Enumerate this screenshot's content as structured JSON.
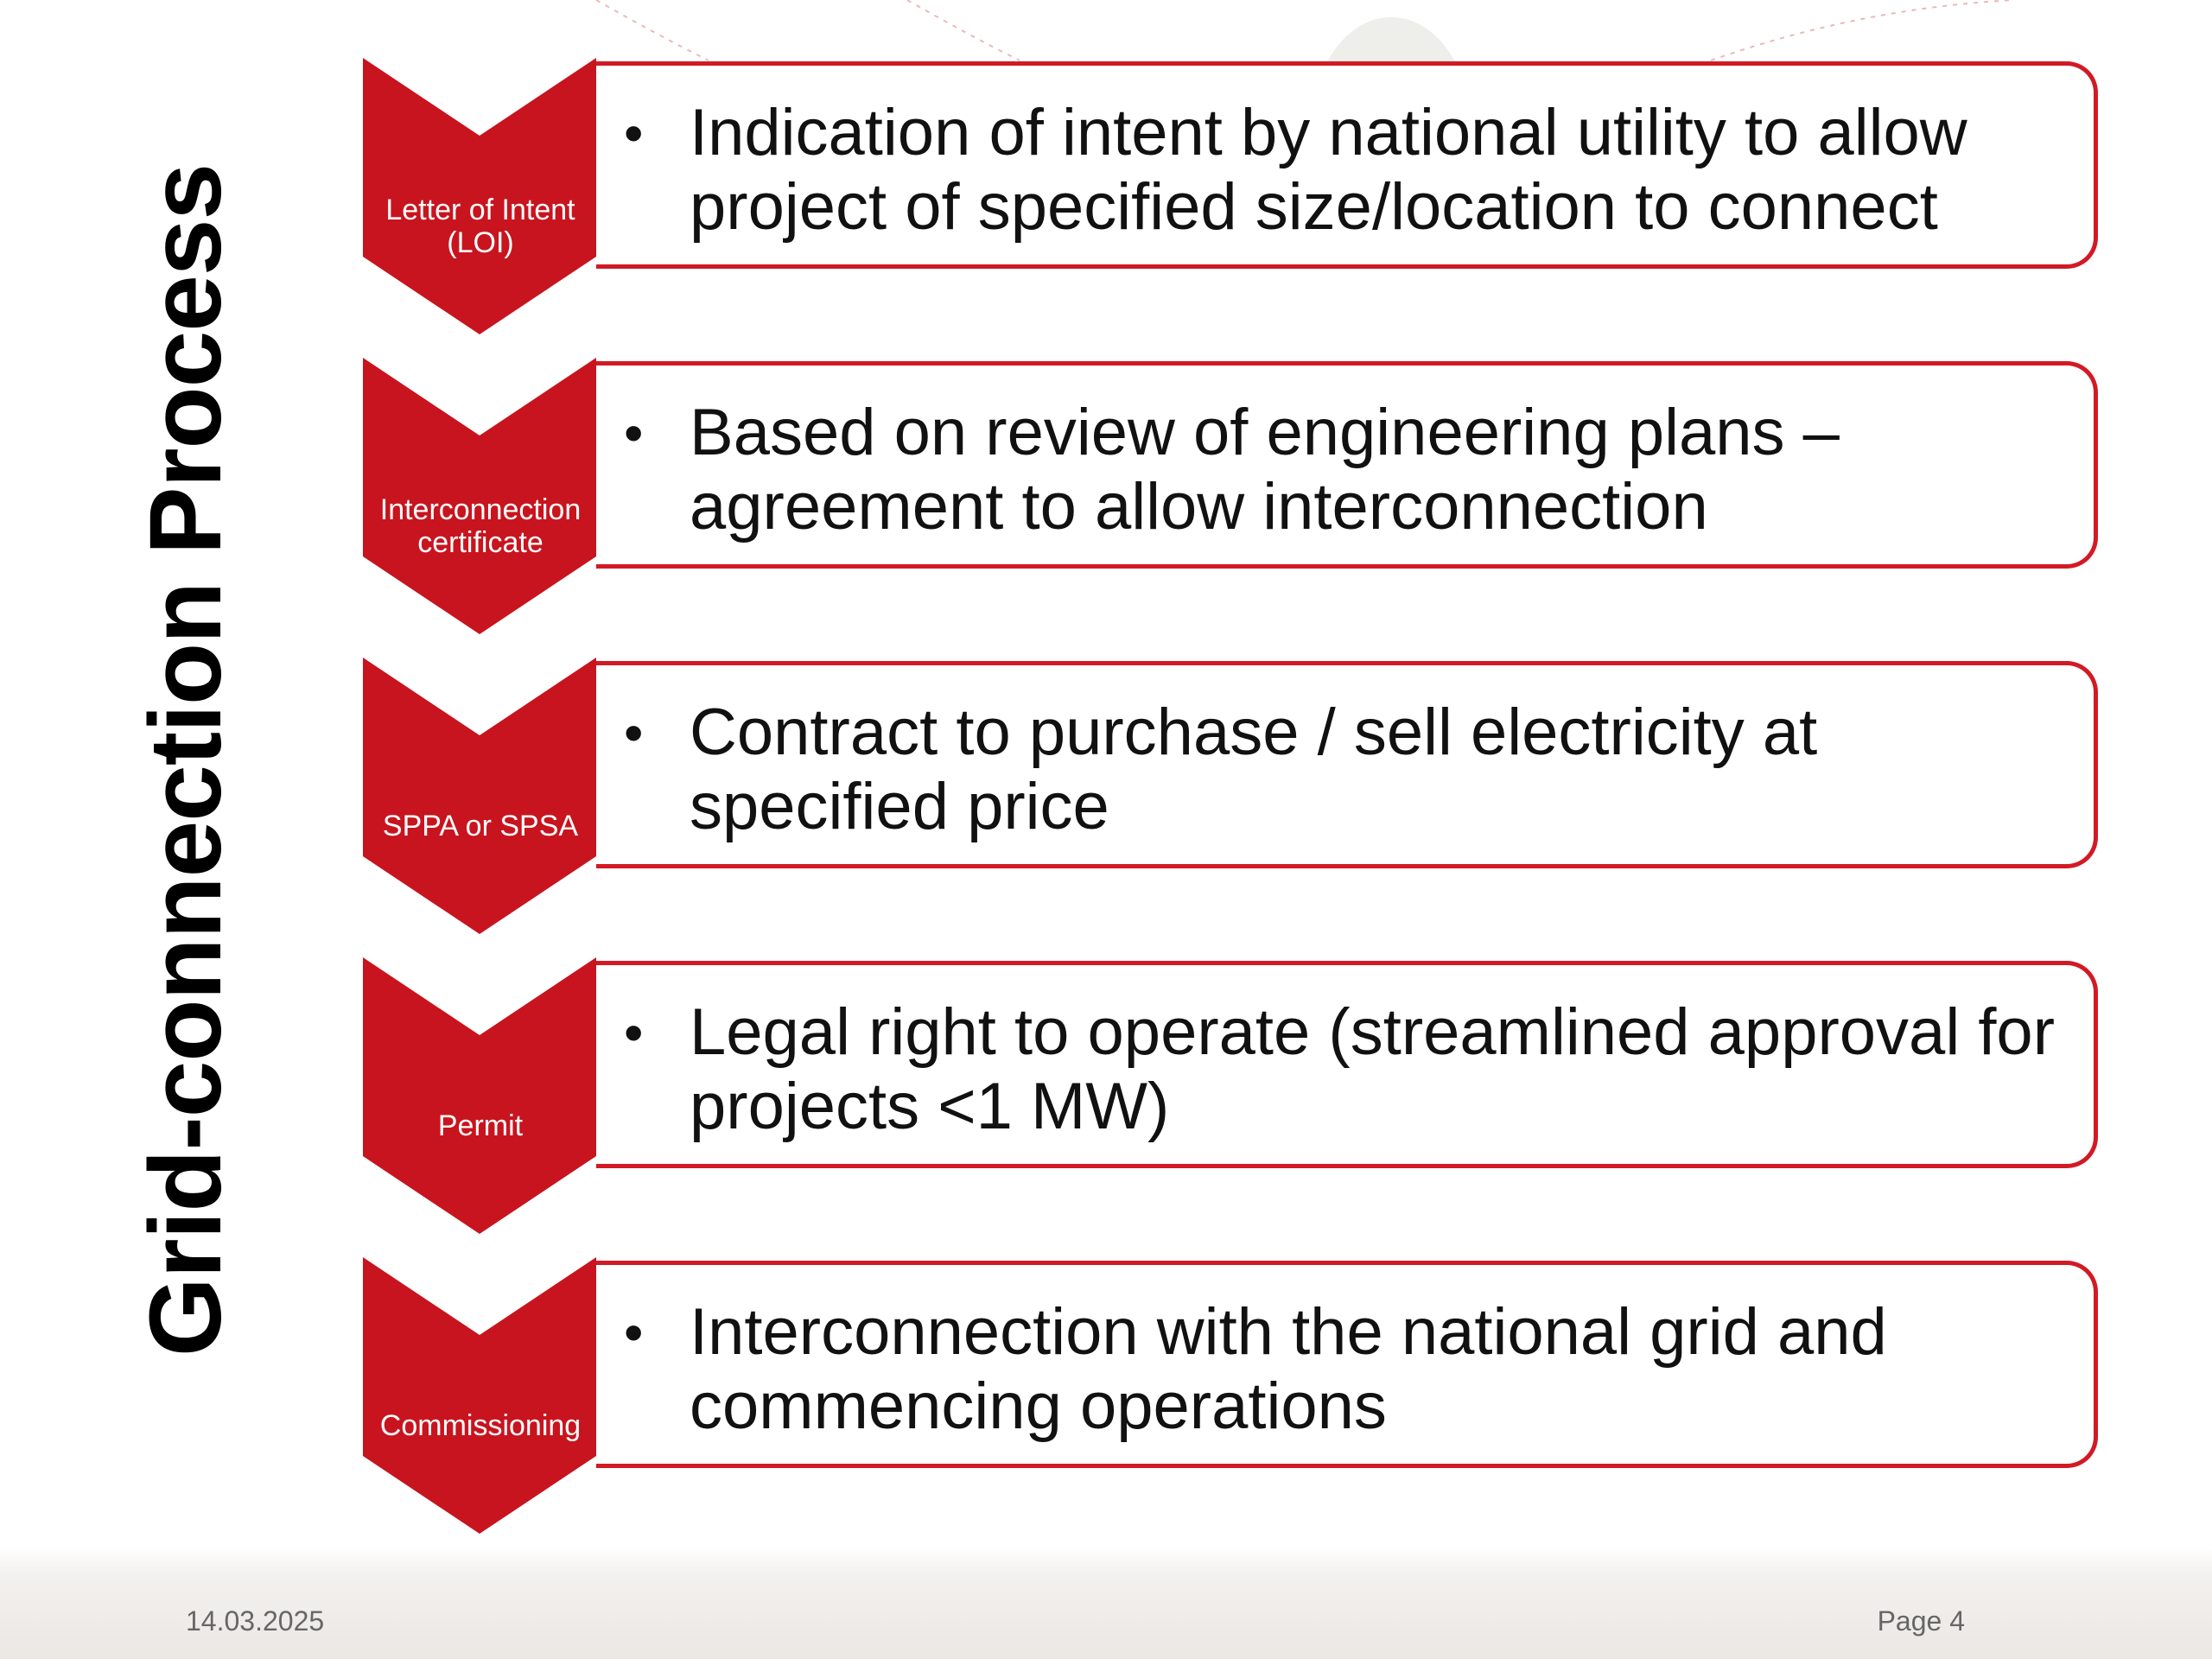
{
  "slide": {
    "title": "Grid-connection Process",
    "date": "14.03.2025",
    "page": "Page 4"
  },
  "colors": {
    "accent": "#c8141e",
    "border": "#d21a25",
    "text": "#111111",
    "footer_text": "#666666"
  },
  "steps": [
    {
      "label": "Letter of Intent (LOI)",
      "description": "Indication of intent by national utility to allow project of specified size/location to connect"
    },
    {
      "label": "Interconnection certificate",
      "description": "Based on review of engineering plans – agreement to allow interconnection"
    },
    {
      "label": "SPPA or SPSA",
      "description": "Contract to purchase / sell electricity at specified price"
    },
    {
      "label": "Permit",
      "description": "Legal right to operate (streamlined approval for projects <1 MW)"
    },
    {
      "label": "Commissioning",
      "description": "Interconnection with the national grid and commencing operations"
    }
  ]
}
